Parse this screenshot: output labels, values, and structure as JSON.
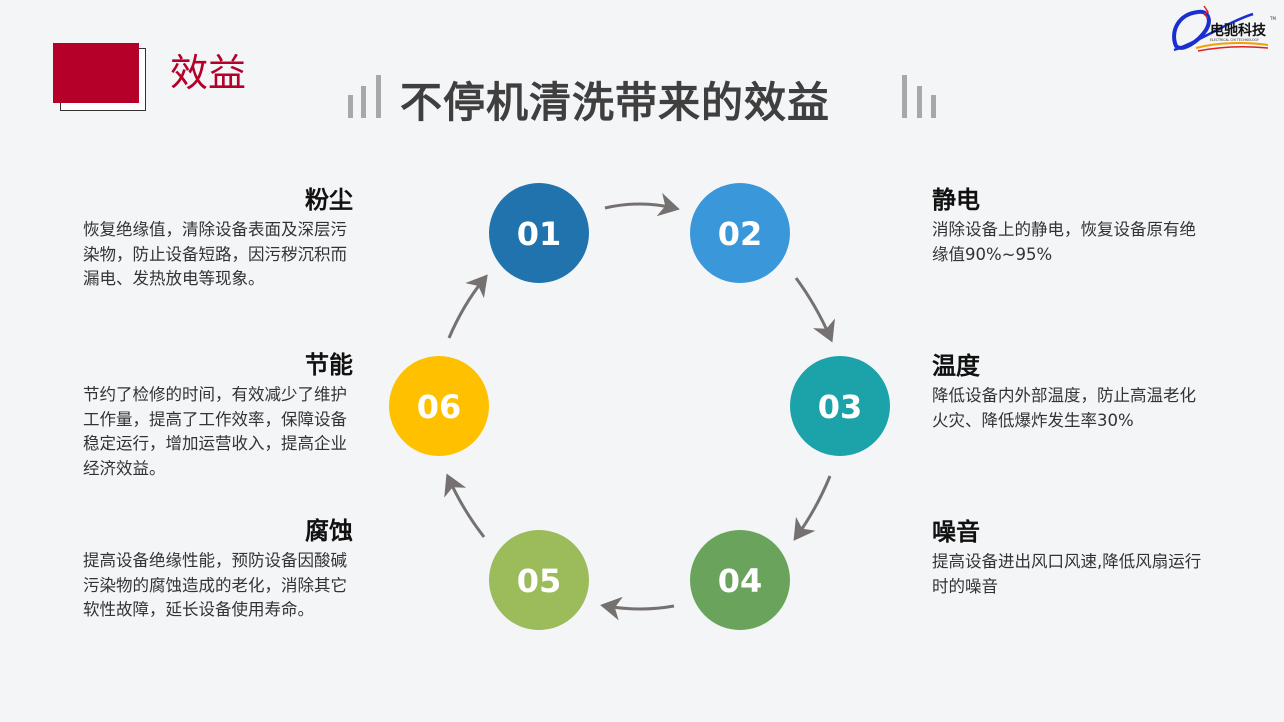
{
  "header": {
    "section_label": "效益",
    "title": "不停机清洗带来的效益"
  },
  "logo": {
    "text": "电驰科技",
    "subtext": "ELECTRICAL CHI TECHNOLOGY",
    "tm": "TM"
  },
  "steps": [
    {
      "num": "01",
      "color": "#2073ad"
    },
    {
      "num": "02",
      "color": "#3a98da"
    },
    {
      "num": "03",
      "color": "#1ca3aa"
    },
    {
      "num": "04",
      "color": "#6aa35c"
    },
    {
      "num": "05",
      "color": "#9cbb5a"
    },
    {
      "num": "06",
      "color": "#ffc000"
    }
  ],
  "benefits": [
    {
      "title": "粉尘",
      "text": "恢复绝缘值，清除设备表面及深层污染物，防止设备短路，因污秽沉积而漏电、发热放电等现象。"
    },
    {
      "title": "静电",
      "text": "消除设备上的静电，恢复设备原有绝缘值90%~95%"
    },
    {
      "title": "温度",
      "text": "降低设备内外部温度，防止高温老化火灾、降低爆炸发生率30%"
    },
    {
      "title": "噪音",
      "text": "提高设备进出风口风速,降低风扇运行时的噪音"
    },
    {
      "title": "腐蚀",
      "text": "提高设备绝缘性能，预防设备因酸碱污染物的腐蚀造成的老化，消除其它软性故障，延长设备使用寿命。"
    },
    {
      "title": "节能",
      "text": "节约了检修的时间，有效减少了维护工作量，提高了工作效率，保障设备稳定运行，增加运营收入，提高企业经济效益。"
    }
  ],
  "arrow_color": "#767171"
}
